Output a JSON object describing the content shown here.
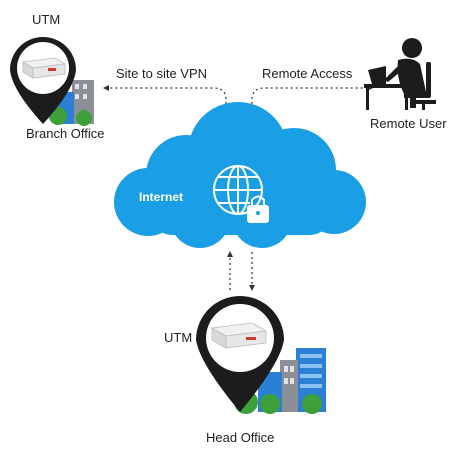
{
  "branch": {
    "utm_label": "UTM",
    "name": "Branch Office"
  },
  "head": {
    "utm_label": "UTM",
    "name": "Head Office"
  },
  "links": {
    "vpn": "Site to site VPN",
    "remote": "Remote Access"
  },
  "remote_user": {
    "name": "Remote User"
  },
  "cloud": {
    "label": "Internet"
  },
  "colors": {
    "cloud": "#1a9ee6",
    "pin": "#1c1c1c",
    "building_blue": "#2b7fd4",
    "building_gray": "#8c9096",
    "greenery": "#3ea03a",
    "device_accent": "#d03a2a",
    "connector": "#333333"
  },
  "icons": [
    "location-pin-icon",
    "utm-device-icon",
    "office-buildings-icon",
    "globe-lock-icon",
    "remote-user-at-desk-icon"
  ]
}
